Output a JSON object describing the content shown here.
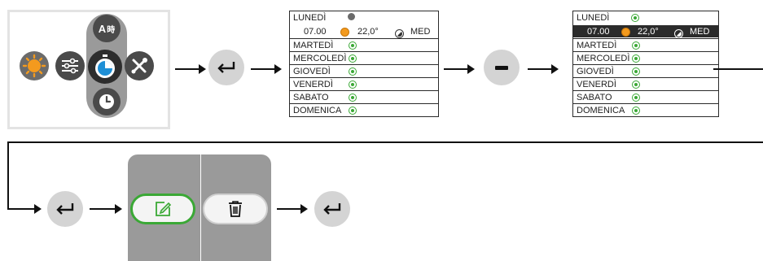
{
  "colors": {
    "accent_green": "#3aa835",
    "orange": "#f39a1e",
    "button_grey": "#d4d4d4",
    "panel_grey": "#9a9a9a",
    "highlight_dark": "#2b2b2b"
  },
  "icons": {
    "sun": "sun-icon",
    "sliders": "sliders-icon",
    "timer": "timer-icon",
    "tools": "tools-icon",
    "auto": "auto-mode-icon",
    "clock": "clock-icon",
    "enter": "enter-return-icon",
    "minus": "minus-icon",
    "edit": "edit-pencil-icon",
    "trash": "trash-icon"
  },
  "auto_button": {
    "letter": "A",
    "glyph": "時"
  },
  "minus_label": "–",
  "table1": {
    "head": {
      "day": "LUNEDÌ",
      "time": "07.00",
      "temp": "22,0°",
      "mode": "MED"
    },
    "days": [
      "MARTEDÌ",
      "MERCOLEDÌ",
      "GIOVEDÌ",
      "VENERDÌ",
      "SABATO",
      "DOMENICA"
    ]
  },
  "table2": {
    "head": {
      "day": "LUNEDÌ",
      "time": "07.00",
      "temp": "22,0°",
      "mode": "MED"
    },
    "days": [
      "MARTEDÌ",
      "MERCOLEDÌ",
      "GIOVEDÌ",
      "VENERDÌ",
      "SABATO",
      "DOMENICA"
    ]
  }
}
